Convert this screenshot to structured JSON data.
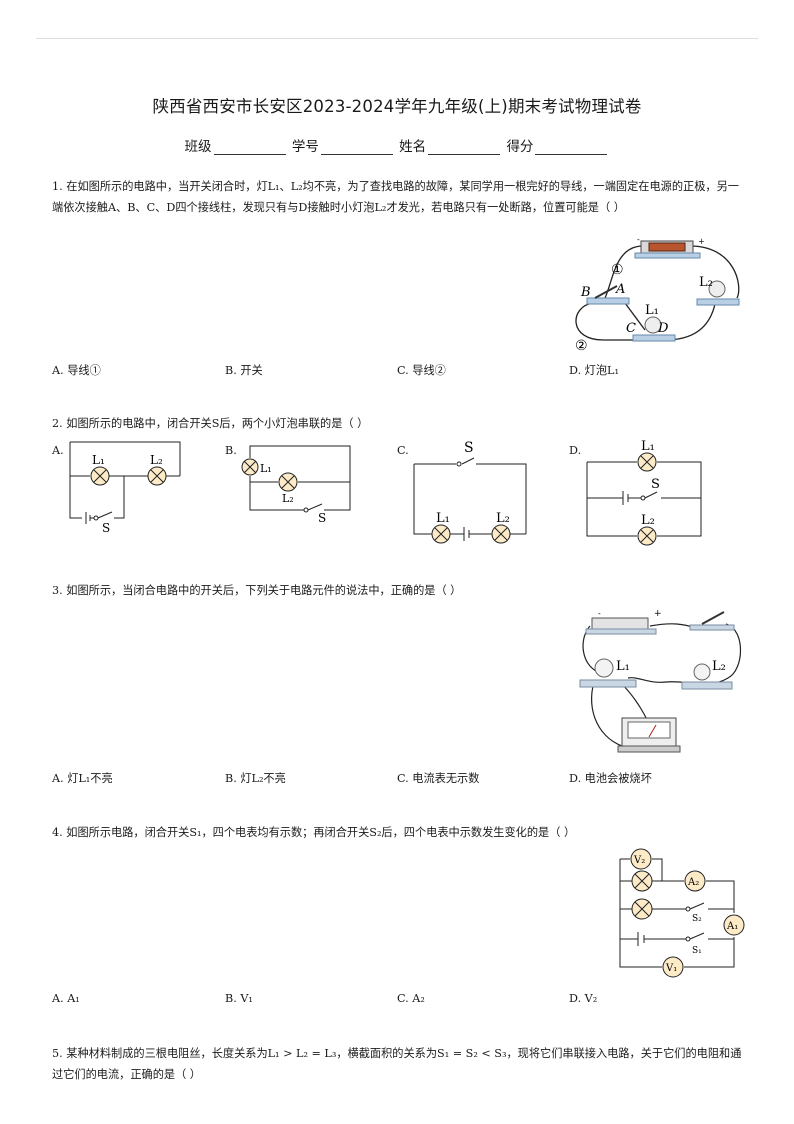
{
  "header": {
    "title": "陕西省西安市长安区2023-2024学年九年级(上)期末考试物理试卷",
    "fields": [
      "班级",
      "学号",
      "姓名",
      "得分"
    ]
  },
  "questions": [
    {
      "number": "1.",
      "text": "在如图所示的电路中，当开关闭合时，灯L₁、L₂均不亮，为了查找电路的故障，某同学用一根完好的导线，一端固定在电源的正极，另一端依次接触A、B、C、D四个接线柱，发现只有与D接触时小灯泡L₂才发光，若电路只有一处断路，位置可能是（    ）",
      "figure": {
        "labels": [
          "①",
          "②",
          "B",
          "A",
          "L₂",
          "L₁",
          "C",
          "D"
        ]
      },
      "options": [
        "A. 导线①",
        "B. 开关",
        "C. 导线②",
        "D. 灯泡L₁"
      ]
    },
    {
      "number": "2.",
      "text": "如图所示的电路中，闭合开关S后，两个小灯泡串联的是（      ）",
      "diagrams": [
        {
          "letter": "A.",
          "l1": "L₁",
          "l2": "L₂",
          "s": "S"
        },
        {
          "letter": "B.",
          "l1": "L₁",
          "l2": "L₂",
          "s": "S"
        },
        {
          "letter": "C.",
          "l1": "L₁",
          "l2": "L₂",
          "s": "S"
        },
        {
          "letter": "D.",
          "l1": "L₁",
          "l2": "L₂",
          "s": "S"
        }
      ]
    },
    {
      "number": "3.",
      "text": "如图所示，当闭合电路中的开关后，下列关于电路元件的说法中，正确的是（      ）",
      "figure": {
        "labels": [
          "L₁",
          "L₂"
        ]
      },
      "options": [
        "A. 灯L₁不亮",
        "B. 灯L₂不亮",
        "C. 电流表无示数",
        "D. 电池会被烧坏"
      ]
    },
    {
      "number": "4.",
      "text": "如图所示电路，闭合开关S₁，四个电表均有示数；再闭合开关S₂后，四个电表中示数发生变化的是（      ）",
      "figure": {
        "labels": [
          "V₂",
          "A₂",
          "S₂",
          "A₁",
          "S₁",
          "V₁"
        ]
      },
      "options": [
        "A. A₁",
        "B. V₁",
        "C. A₂",
        "D. V₂"
      ]
    },
    {
      "number": "5.",
      "text": "某种材料制成的三根电阻丝，长度关系为L₁ > L₂ = L₃，横截面积的关系为S₁ = S₂ < S₃，现将它们串联接入电路，关于它们的电阻和通过它们的电流，正确的是（      ）"
    }
  ]
}
